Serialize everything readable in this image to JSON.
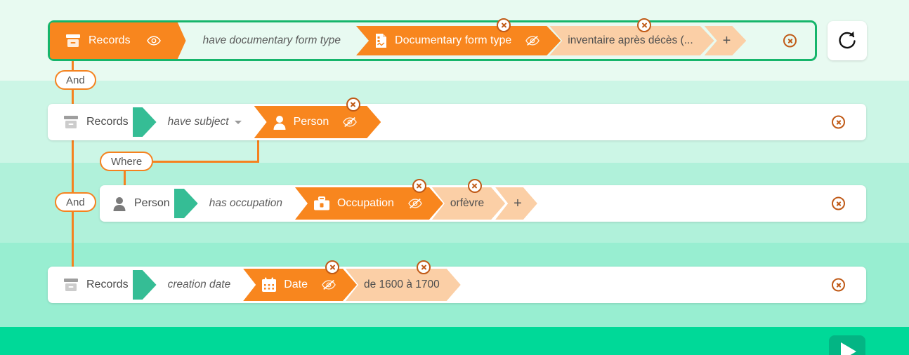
{
  "app": {
    "title": "Query Builder",
    "colors": {
      "accent_orange": "#f8861e",
      "chip_light": "#fbcfa6",
      "chevron_green": "#35bd95",
      "selected_border": "#16b56b",
      "footer_green": "#00d998",
      "delete_red": "#c05a17"
    }
  },
  "toolbar": {
    "refresh_icon": "refresh-icon",
    "refresh_label": "Refresh",
    "run_icon": "play-icon",
    "run_label": "Run query"
  },
  "connectors": [
    {
      "label": "And",
      "name": "connector-and-1"
    },
    {
      "label": "Where",
      "name": "connector-where-1"
    },
    {
      "label": "And",
      "name": "connector-and-2"
    }
  ],
  "rows": [
    {
      "id": "row-1",
      "selected": true,
      "subject": {
        "label": "Records",
        "icon": "archive-icon",
        "highlighted": true,
        "visibility_icon": "eye-icon",
        "visibility": "visible"
      },
      "predicate": {
        "label": "have documentary form type",
        "has_caret": false
      },
      "object": {
        "label": "Documentary form type",
        "icon": "document-icon",
        "visibility_icon": "eye-off-icon",
        "visibility": "hidden",
        "deletable": true
      },
      "values": [
        {
          "label": "inventaire après décès (...",
          "deletable": true
        }
      ],
      "add_label": "+",
      "delete_label": "Delete row"
    },
    {
      "id": "row-2",
      "selected": false,
      "subject": {
        "label": "Records",
        "icon": "archive-icon",
        "highlighted": false,
        "visibility_icon": null,
        "visibility": null
      },
      "predicate": {
        "label": "have subject",
        "has_caret": true
      },
      "object": {
        "label": "Person",
        "icon": "person-icon",
        "visibility_icon": "eye-off-icon",
        "visibility": "hidden",
        "deletable": true
      },
      "values": [],
      "add_label": null,
      "delete_label": "Delete row"
    },
    {
      "id": "row-3",
      "selected": false,
      "subject": {
        "label": "Person",
        "icon": "person-icon",
        "highlighted": false,
        "visibility_icon": null,
        "visibility": null
      },
      "predicate": {
        "label": "has occupation",
        "has_caret": false
      },
      "object": {
        "label": "Occupation",
        "icon": "briefcase-icon",
        "visibility_icon": "eye-off-icon",
        "visibility": "hidden",
        "deletable": true
      },
      "values": [
        {
          "label": "orfèvre",
          "deletable": true
        }
      ],
      "add_label": "+",
      "delete_label": "Delete row"
    },
    {
      "id": "row-4",
      "selected": false,
      "subject": {
        "label": "Records",
        "icon": "archive-icon",
        "highlighted": false,
        "visibility_icon": null,
        "visibility": null
      },
      "predicate": {
        "label": "creation date",
        "has_caret": false
      },
      "object": {
        "label": "Date",
        "icon": "calendar-icon",
        "visibility_icon": "eye-off-icon",
        "visibility": "hidden",
        "deletable": true
      },
      "values": [
        {
          "label": "de 1600 à 1700",
          "deletable": true
        }
      ],
      "add_label": null,
      "delete_label": "Delete row"
    }
  ]
}
